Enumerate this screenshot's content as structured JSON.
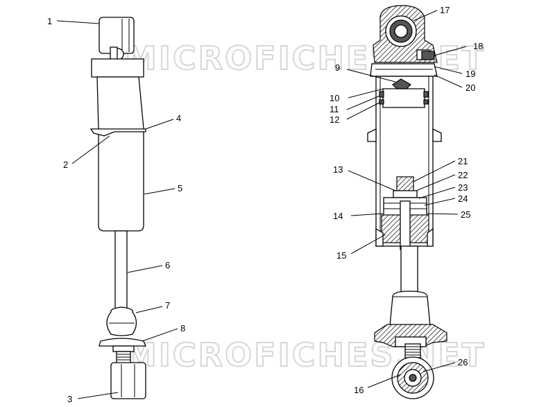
{
  "watermark": "MICROFICHES.NET",
  "callouts": {
    "c1": "1",
    "c2": "2",
    "c3": "3",
    "c4": "4",
    "c5": "5",
    "c6": "6",
    "c7": "7",
    "c8": "8",
    "c9": "9",
    "c10": "10",
    "c11": "11",
    "c12": "12",
    "c13": "13",
    "c14": "14",
    "c15": "15",
    "c16": "16",
    "c17": "17",
    "c18": "18",
    "c19": "19",
    "c20": "20",
    "c21": "21",
    "c22": "22",
    "c23": "23",
    "c24": "24",
    "c25": "25",
    "c26": "26"
  }
}
